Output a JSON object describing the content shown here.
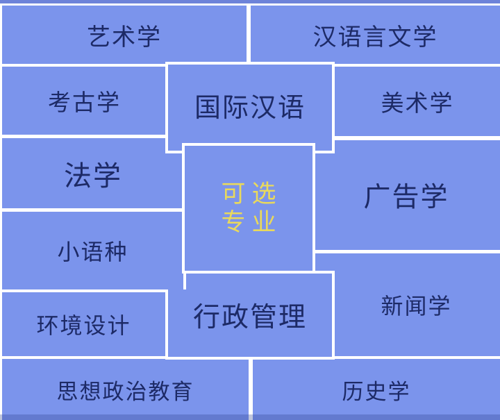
{
  "diagram": {
    "type": "radial-collage",
    "description_role": "center topic surrounded by option cards"
  },
  "center": {
    "line1": "可选",
    "line2": "专业"
  },
  "majors": {
    "art": "艺术学",
    "chinese_literature": "汉语言文学",
    "archaeology": "考古学",
    "international_chinese": "国际汉语",
    "fine_arts": "美术学",
    "law": "法学",
    "advertising": "广告学",
    "minor_languages": "小语种",
    "journalism": "新闻学",
    "public_administration": "行政管理",
    "environmental_design": "环境设计",
    "ideological_political_education": "思想政治教育",
    "history": "历史学"
  },
  "colors": {
    "card_blue": "#7b94ec",
    "text_navy": "#1d2a66",
    "center_yellow": "#e9d95c",
    "separator_white": "#ffffff",
    "edge_blue": "#6d83d9"
  }
}
